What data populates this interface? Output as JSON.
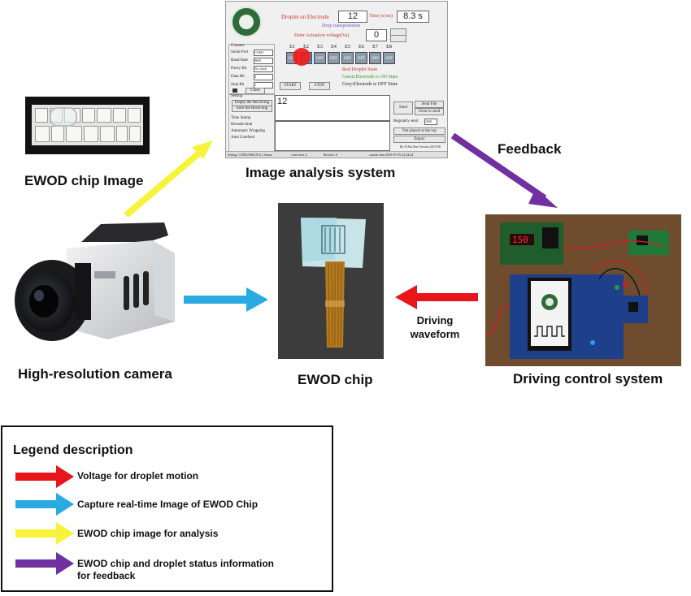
{
  "labels": {
    "chip_image": "EWOD chip Image",
    "image_analysis": "Image analysis system",
    "feedback": "Feedback",
    "camera": "High-resolution camera",
    "ewod_chip": "EWOD chip",
    "driving_line1": "Driving",
    "driving_line2": "waveform",
    "driving_system": "Driving control system"
  },
  "software": {
    "droplet_label": "Droplet on Electrode",
    "droplet_value": "12",
    "time_label": "Time (s/ms)",
    "time_value": "8.3 s",
    "drop_transport": "Drop transportation",
    "voltage_label": "Enter Actuation voltage(Va)",
    "voltage_value": "0",
    "electrodes": [
      "E1",
      "E2",
      "E3",
      "E4",
      "E5",
      "E6",
      "E7",
      "E8"
    ],
    "electrode_state": [
      "OFF",
      "ON",
      "OFF",
      "OFF",
      "OFF",
      "OFF",
      "OFF",
      "OFF"
    ],
    "legend_red": "Red:Droplet State",
    "legend_green": "Green:Electrode is ON State",
    "legend_grey": "Grey:Electrode is OFF State",
    "start": "START",
    "stop": "STOP",
    "connect": "Connect",
    "serial_port": "Serial Port",
    "serial_port_value": "COM3",
    "baud_rate": "Baud Rate",
    "baud_rate_value": "9600",
    "parity_bit": "Parity Bit",
    "parity_bit_value": "No check",
    "data_bit": "Data Bit",
    "data_bit_value": "8",
    "stop_bit": "Stop Bit",
    "stop_bit_value": "1",
    "close": "Close",
    "setting": "Setting",
    "empty_receiving": "Empty the Receiving",
    "save_receiving": "Save the Receiving",
    "time_stamp": "Time Stamp",
    "hexadecimal": "Hexadecimal",
    "auto_wrap": "Automatic Wrapping",
    "auto_linefeed": "Auto Linefeed",
    "receive_value": "12",
    "send": "Send",
    "send_file": "Send File",
    "clear_to_send": "Clear to send",
    "regularly_send": "Regularly send",
    "regularly_value": "1000",
    "not_placed": "Not placed at the top",
    "empty": "Empty",
    "status_setting": "Setting: COM3,9600,N,8,1 Status:",
    "status_conn": "conn Sent: 2",
    "status_receive": "Receive: 0",
    "status_time": "current time 2019-07-05 22:24:44",
    "author": "By YiXin Bao Version 2019.06"
  },
  "legend": {
    "title": "Legend description",
    "items": [
      {
        "text": "Voltage for droplet  motion",
        "color": "#e8151b"
      },
      {
        "text": "Capture real-time Image of EWOD Chip",
        "color": "#29abe2"
      },
      {
        "text": "EWOD chip image for analysis",
        "color": "#f7f33a"
      },
      {
        "text": "EWOD chip and droplet status information for  feedback",
        "color": "#7030a0"
      }
    ]
  },
  "colors": {
    "red_arrow": "#e8151b",
    "blue_arrow": "#29abe2",
    "yellow_arrow": "#f7f33a",
    "purple_arrow": "#7030a0"
  }
}
